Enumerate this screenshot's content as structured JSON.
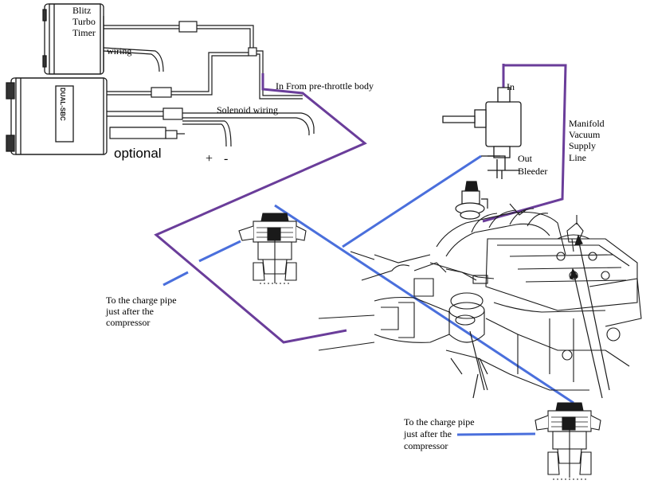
{
  "labels": {
    "timer_line1": "Blitz",
    "timer_line2": "Turbo",
    "timer_line3": "Timer",
    "wiring": "wiring",
    "in_from": "In From pre-throttle body",
    "solenoid_wiring": "Solenoid wiring",
    "optional": "optional",
    "plus": "+",
    "minus": "-",
    "in": "In",
    "manifold_line1": "Manifold",
    "manifold_line2": "Vacuum",
    "manifold_line3": "Supply",
    "manifold_line4": "Line",
    "out": "Out",
    "bleeder": "Bleeder",
    "charge_pipe_left_1": "To the charge pipe",
    "charge_pipe_left_2": "just after the",
    "charge_pipe_left_3": "compressor",
    "charge_pipe_right_1": "To the charge pipe",
    "charge_pipe_right_2": "just after the",
    "charge_pipe_right_3": "compressor",
    "controller_brand": "DUAL-SBC"
  },
  "colors": {
    "purple_line": "#6a3d9a",
    "blue_line": "#4a6fdc",
    "ink": "#1a1a1a"
  }
}
